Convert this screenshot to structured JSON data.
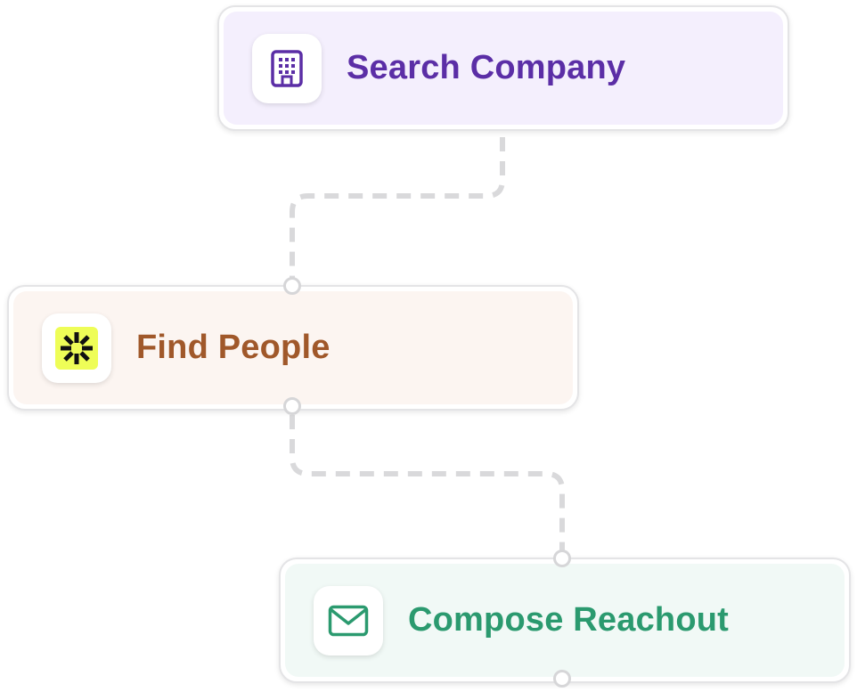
{
  "nodes": [
    {
      "id": "search-company",
      "label": "Search Company",
      "icon": "building-icon",
      "text_color": "#5b2ea6",
      "bg_color": "#f4effd"
    },
    {
      "id": "find-people",
      "label": "Find People",
      "icon": "asterisk-burst-icon",
      "text_color": "#a0582a",
      "bg_color": "#fcf5f1",
      "icon_bg": "#eefd57"
    },
    {
      "id": "compose-reachout",
      "label": "Compose Reachout",
      "icon": "envelope-icon",
      "text_color": "#2b9a6f",
      "bg_color": "#f1f9f6"
    }
  ],
  "edges": [
    {
      "from": "search-company",
      "to": "find-people",
      "style": "dashed"
    },
    {
      "from": "find-people",
      "to": "compose-reachout",
      "style": "dashed"
    }
  ],
  "colors": {
    "connector": "#d9d9db",
    "port_border": "#d6d6d8",
    "card_border": "#e4e4e6"
  }
}
